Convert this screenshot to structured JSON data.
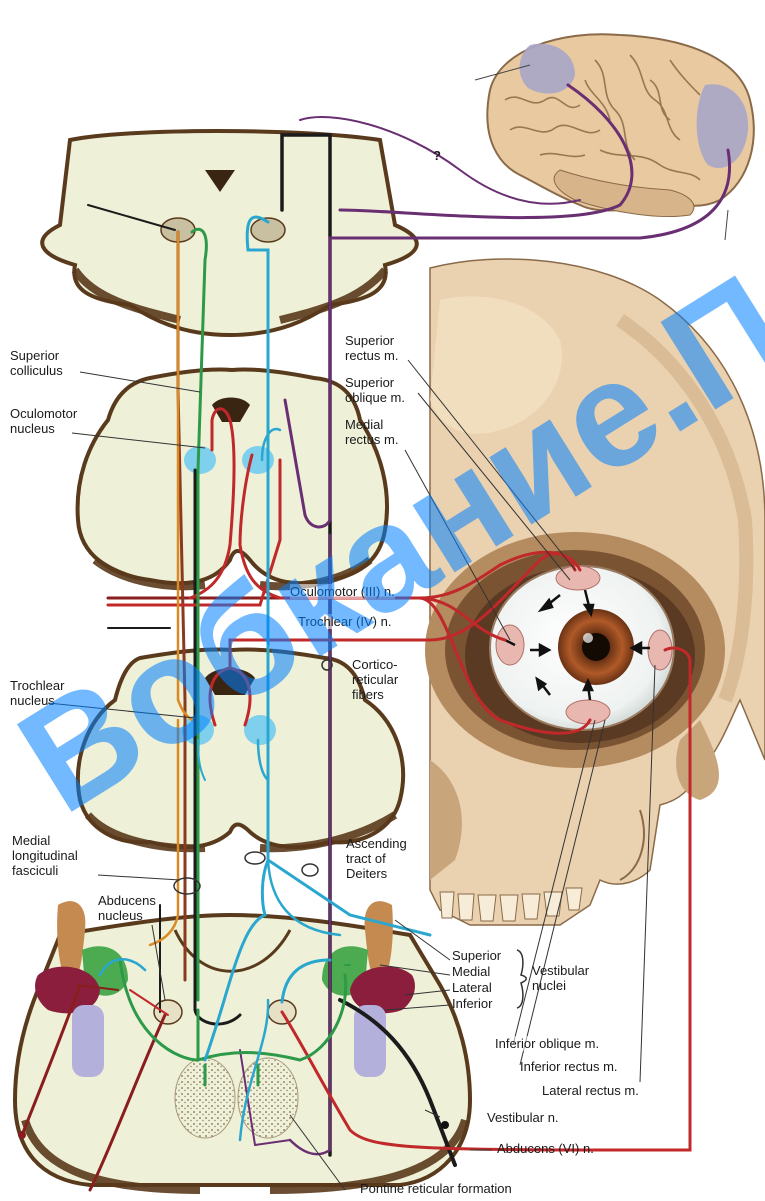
{
  "labels": {
    "superior_colliculus": "Superior\ncolliculus",
    "oculomotor_nucleus": "Oculomotor\nnucleus",
    "trochlear_nucleus": "Trochlear\nnucleus",
    "medial_longitudinal_fasciculi": "Medial\nlongitudinal\nfasciculi",
    "abducens_nucleus": "Abducens\nnucleus",
    "superior_rectus": "Superior\nrectus m.",
    "superior_oblique": "Superior\noblique m.",
    "medial_rectus": "Medial\nrectus m.",
    "oculomotor_nerve": "Oculomotor (III) n.",
    "trochlear_nerve": "Trochlear (IV) n.",
    "cortico_reticular": "Cortico-\nreticular\nfibers",
    "ascending_tract": "Ascending\ntract of\nDeiters",
    "vestibular_superior": "Superior",
    "vestibular_medial": "Medial",
    "vestibular_lateral": "Lateral",
    "vestibular_inferior": "Inferior",
    "vestibular_nuclei": "Vestibular\nnuclei",
    "inferior_oblique": "Inferior oblique m.",
    "inferior_rectus": "Inferior rectus m.",
    "lateral_rectus": "Lateral rectus m.",
    "vestibular_nerve": "Vestibular n.",
    "abducens_nerve": "Abducens (VI) n.",
    "pontine_reticular": "Pontine reticular formation",
    "question_mark": "?"
  },
  "watermark": "Вобкание.П",
  "colors": {
    "tissue": "#eef0d8",
    "tissue_edge": "#5a3a1c",
    "skull": "#ead2b0",
    "skull_shade": "#c9a57c",
    "brain": "#e8c9a0",
    "cortex_area": "#a8a6c8",
    "red_path": "#c0282a",
    "green_path": "#2c9a48",
    "cyan_path": "#2aa7cf",
    "purple_path": "#6a2f73",
    "orange_path": "#d98a22",
    "black_path": "#1b1b1b",
    "nucleus_blue": "#7fd0ec",
    "watermark": "#0080ff"
  },
  "icons": [
    "brain-image",
    "skull-image",
    "eyeball-image",
    "brainstem-section"
  ]
}
